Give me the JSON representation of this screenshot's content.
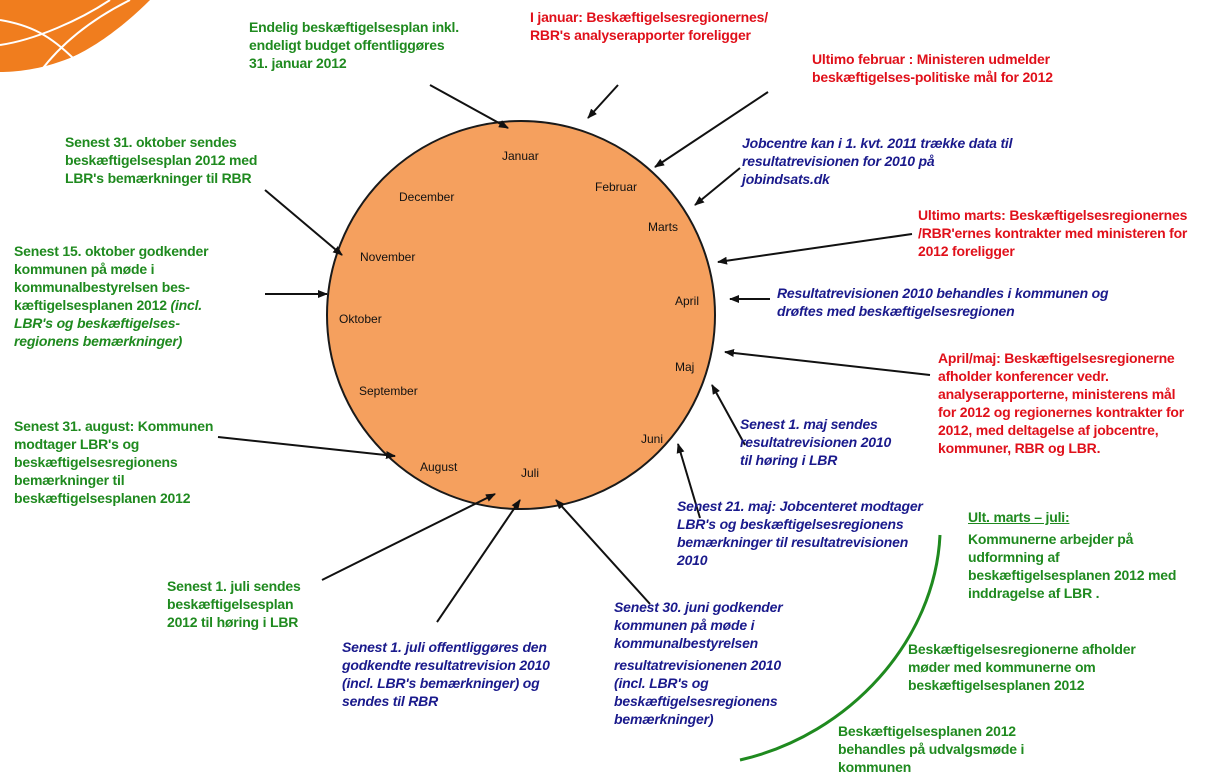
{
  "months": [
    "Januar",
    "Februar",
    "Marts",
    "April",
    "Maj",
    "Juni",
    "Juli",
    "August",
    "September",
    "Oktober",
    "November",
    "December"
  ],
  "notes": {
    "jan_plan": [
      "Endelig beskæftigelsesplan inkl.",
      "endeligt budget offentliggøres",
      "31. januar 2012"
    ],
    "jan_reports": [
      "I januar: Beskæftigelsesregionernes/",
      "RBR's analyserapporter foreligger"
    ],
    "feb_goals": [
      "Ultimo februar : Ministeren udmelder",
      "beskæftigelses-politiske mål for 2012"
    ],
    "jobcentre_data": [
      "Jobcentre kan i 1. kvt. 2011 trække data til",
      "resultatrevisionen for 2010 på",
      "jobindsats.dk"
    ],
    "march_contracts": [
      "Ultimo marts: Beskæftigelsesregionernes",
      "/RBR'ernes kontrakter med ministeren for",
      "2012 foreligger"
    ],
    "april_review": [
      "Resultatrevisionen 2010 behandles i kommunen og",
      "drøftes med beskæftigelsesregionen"
    ],
    "april_may_conf": [
      "April/maj: Beskæftigelsesregionerne",
      "afholder konferencer vedr.",
      "analyserapporterne, ministerens mål",
      "for 2012 og regionernes kontrakter for",
      "2012, med deltagelse af jobcentre,",
      "kommuner, RBR og LBR."
    ],
    "may_hearing": [
      "Senest 1. maj sendes",
      "resultatrevisionen 2010",
      "til høring i LBR"
    ],
    "may21": [
      "Senest 21. maj: Jobcenteret modtager",
      "LBR's og beskæftigelsesregionens",
      "bemærkninger til resultatrevisionen",
      "2010"
    ],
    "june30": [
      "Senest 30. juni godkender",
      "kommunen på møde i",
      "kommunalbestyrelsen",
      "resultatrevisionenen 2010",
      "(incl. LBR's og",
      "beskæftigelsesregionens",
      "bemærkninger)"
    ],
    "july_publish": [
      "Senest 1. juli offentliggøres den",
      "godkendte resultatrevision 2010",
      "(incl. LBR's bemærkninger) og",
      "sendes til RBR"
    ],
    "july_hearing": [
      "Senest 1. juli sendes",
      "beskæftigelsesplan",
      "2012 til høring i LBR"
    ],
    "aug31": [
      "Senest 31. august: Kommunen",
      "modtager LBR's og",
      "beskæftigelsesregionens",
      "bemærkninger til",
      "beskæftigelsesplanen 2012"
    ],
    "oct15": [
      "Senest 15. oktober godkender",
      "kommunen på møde i",
      "kommunalbestyrelsen bes-",
      "kæftigelsesplanen 2012"
    ],
    "oct15_incl": "(incl.",
    "oct15_italic": [
      "LBR's og beskæftigelses-",
      "regionens bemærkninger)"
    ],
    "oct31": [
      "Senest 31. oktober sendes",
      "beskæftigelsesplan 2012 med",
      "LBR's bemærkninger til RBR"
    ],
    "ult_title": "Ult. marts – juli:",
    "ult_body": [
      "Kommunerne arbejder på",
      "udformning af",
      "beskæftigelsesplanen 2012 med",
      "inddragelse af LBR ."
    ],
    "regions_meet": [
      "Beskæftigelsesregionerne afholder",
      "møder med kommunerne om",
      "beskæftigelsesplanen 2012"
    ],
    "committee": [
      "Beskæftigelsesplanen 2012",
      "behandles på udvalgsmøde i",
      "kommunen"
    ]
  },
  "colors": {
    "circle": "#f5a05e",
    "circle_stroke": "#1a1a1a",
    "green": "#1f8a1f",
    "red": "#e0101a",
    "navy": "#1a1a8c",
    "logo": "#f07d1e",
    "arrow": "#111111"
  },
  "icons": {
    "logo": "orange-swirl-logo"
  }
}
